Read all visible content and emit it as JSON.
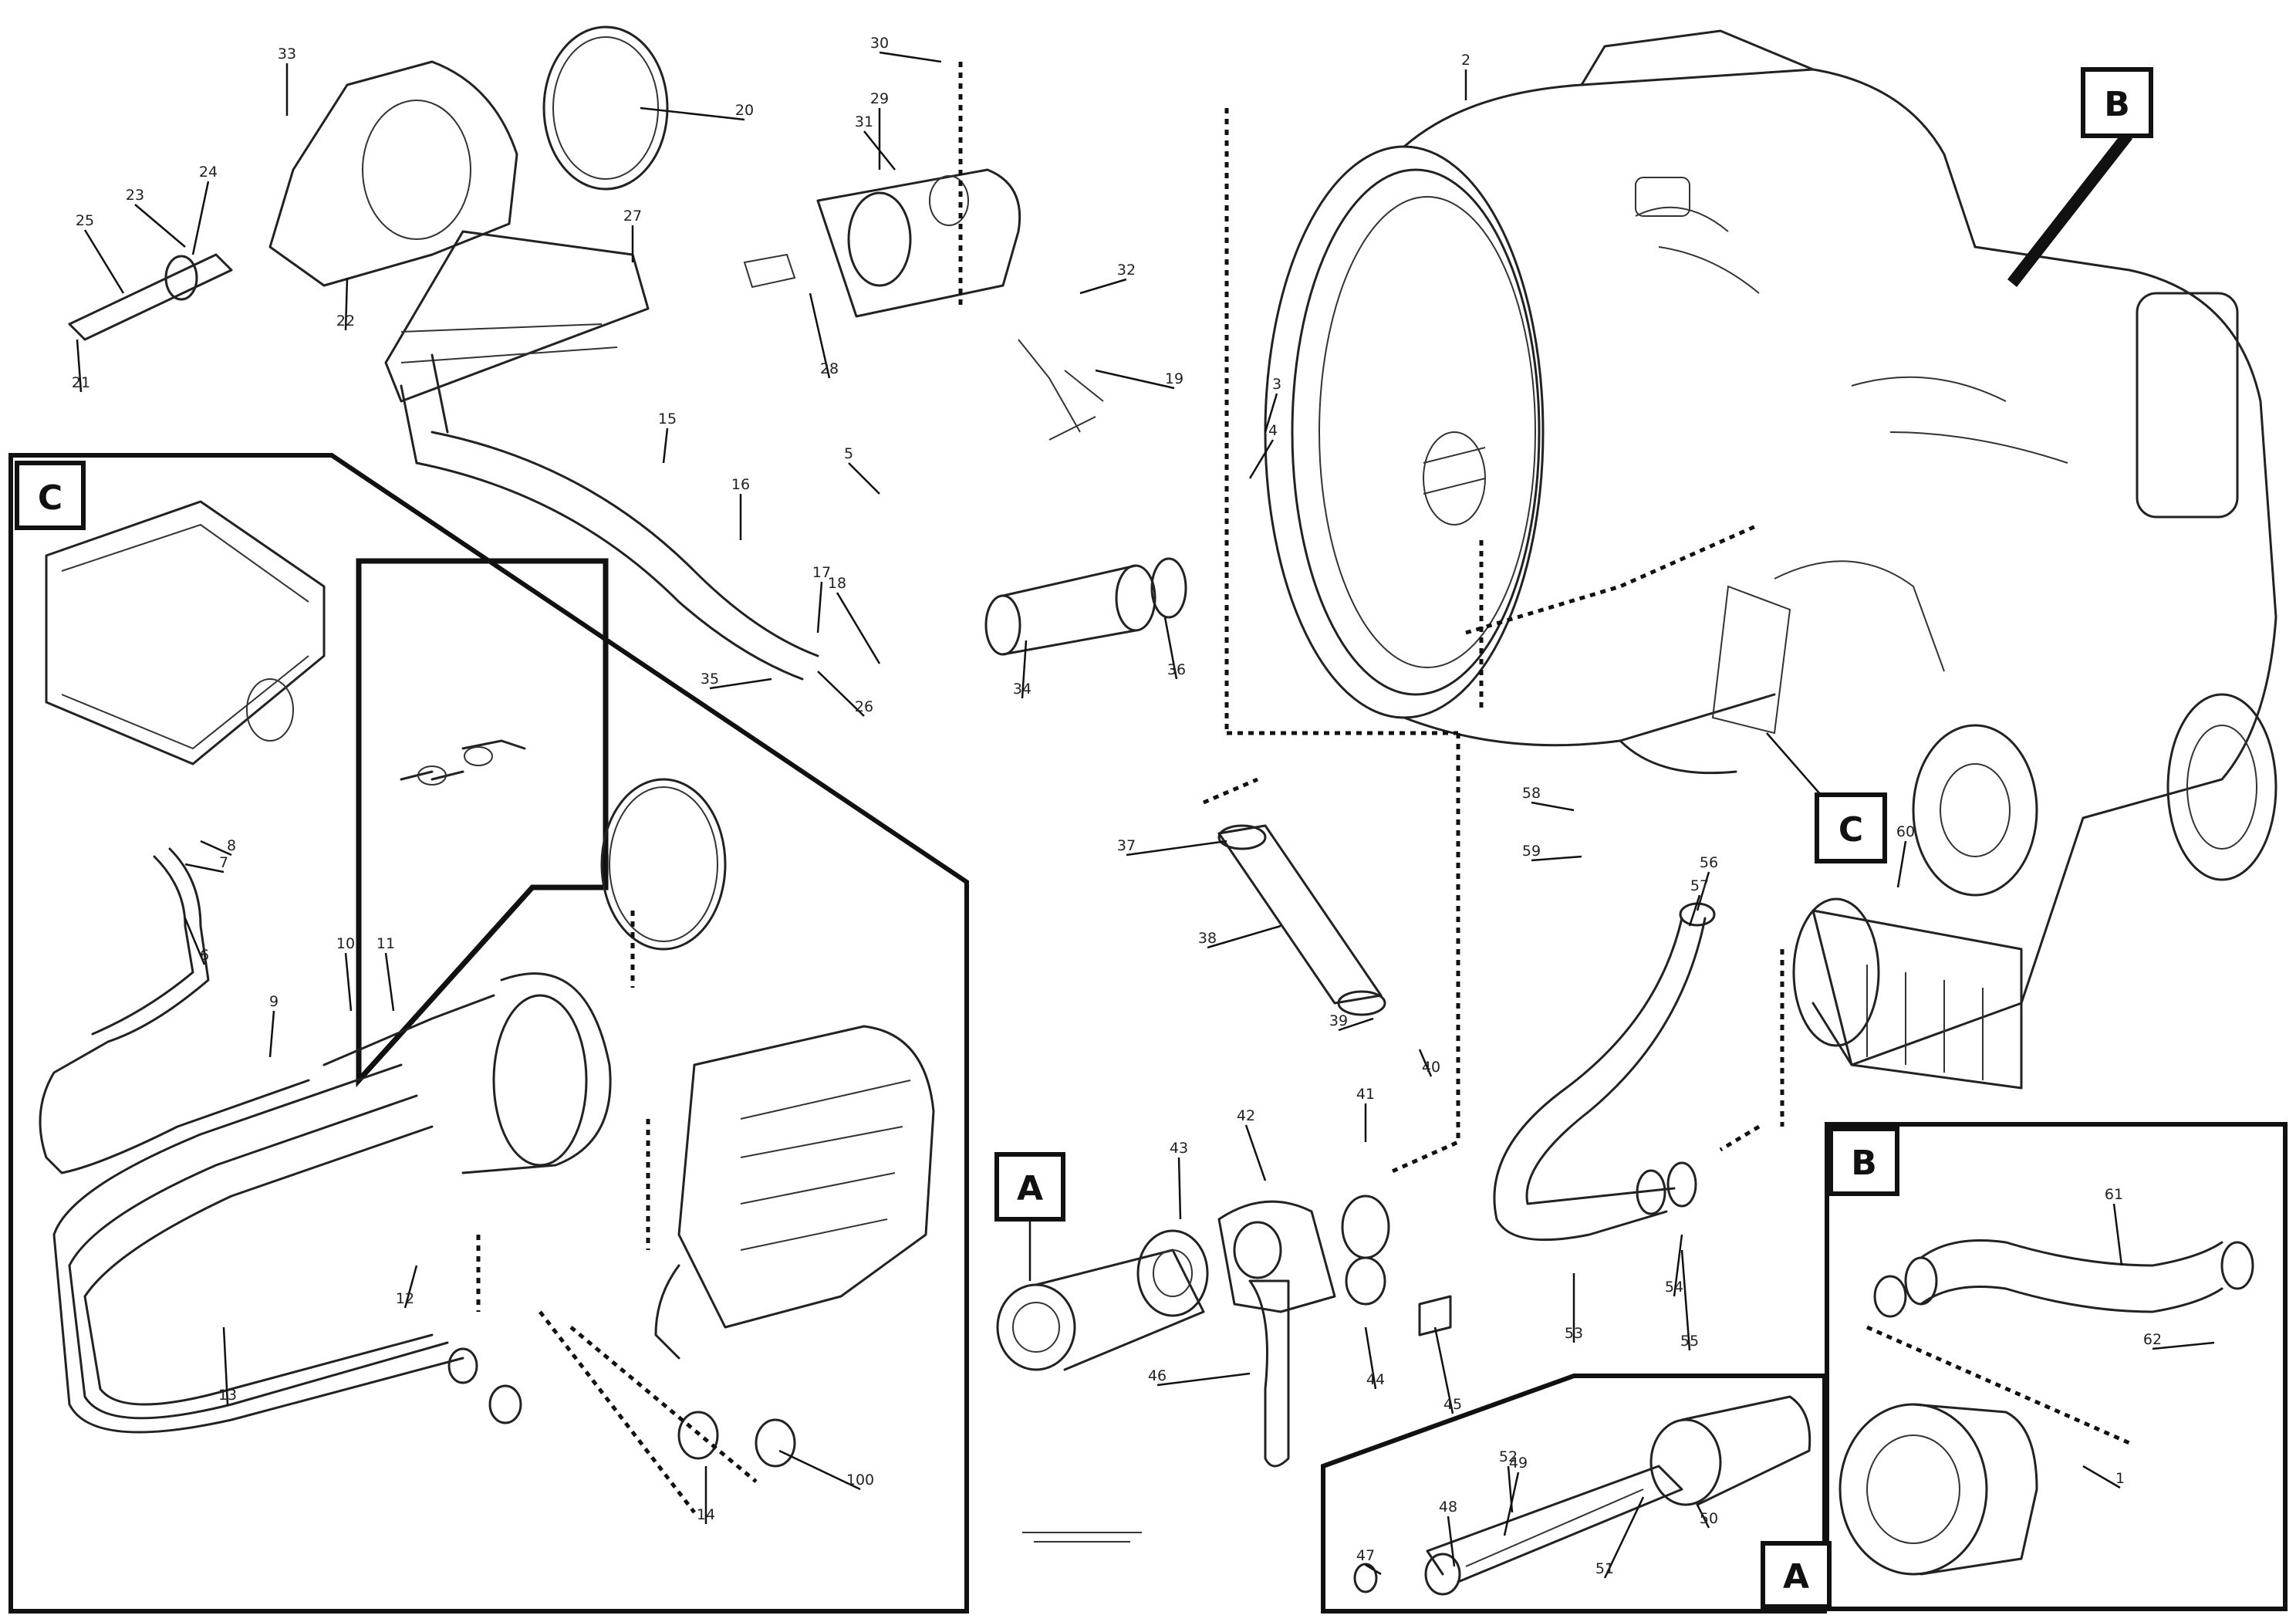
{
  "detail_labels": [
    "A",
    "B",
    "C"
  ],
  "figure_id": "",
  "part_numbers": [
    "33",
    "20",
    "23",
    "24",
    "25",
    "21",
    "22",
    "27",
    "28",
    "29",
    "30",
    "31",
    "32",
    "19",
    "15",
    "16",
    "17",
    "18",
    "26",
    "35",
    "34",
    "36",
    "37",
    "38",
    "39",
    "40",
    "41",
    "42",
    "43",
    "44",
    "45",
    "46",
    "47",
    "48",
    "49",
    "50",
    "51",
    "52",
    "53",
    "54",
    "55",
    "56",
    "57",
    "58",
    "59",
    "60",
    "61",
    "62",
    "1",
    "2",
    "3",
    "4",
    "5",
    "6",
    "7",
    "8",
    "9",
    "10",
    "11",
    "12",
    "13",
    "14",
    "100"
  ]
}
